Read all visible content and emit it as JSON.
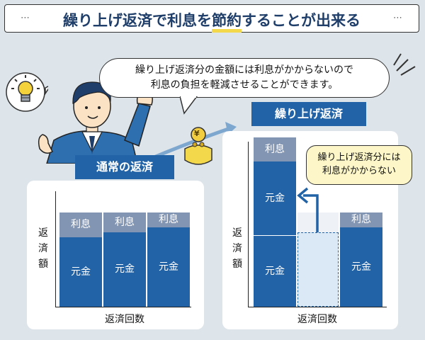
{
  "title": {
    "pre": "繰り上げ返済で利息を",
    "underlined": "節約",
    "post": "することが出来る",
    "dots_left": "⋯",
    "dots_right": "⋯"
  },
  "speech": {
    "line1": "繰り上げ返済分の金額には利息がかからないので",
    "line2": "利息の負担を軽減させることができます。"
  },
  "coin_symbol": "¥",
  "normal": {
    "title": "通常の返済",
    "ylabel": [
      "返",
      "済",
      "額"
    ],
    "xlabel": "返済回数",
    "interest_label": "利息",
    "principal_label": "元金"
  },
  "prepay": {
    "title": "繰り上げ返済",
    "ylabel": [
      "返",
      "済",
      "額"
    ],
    "xlabel": "返済回数",
    "interest_label": "利息",
    "principal_label": "元金",
    "note": {
      "line1": "繰り上げ返済分には",
      "line2": "利息がかからない"
    }
  },
  "colors": {
    "navy": "#1f3e6a",
    "principal": "#2163a6",
    "interest": "#8296b4",
    "highlight": "#f2d84a",
    "background": "#dde4ea"
  }
}
